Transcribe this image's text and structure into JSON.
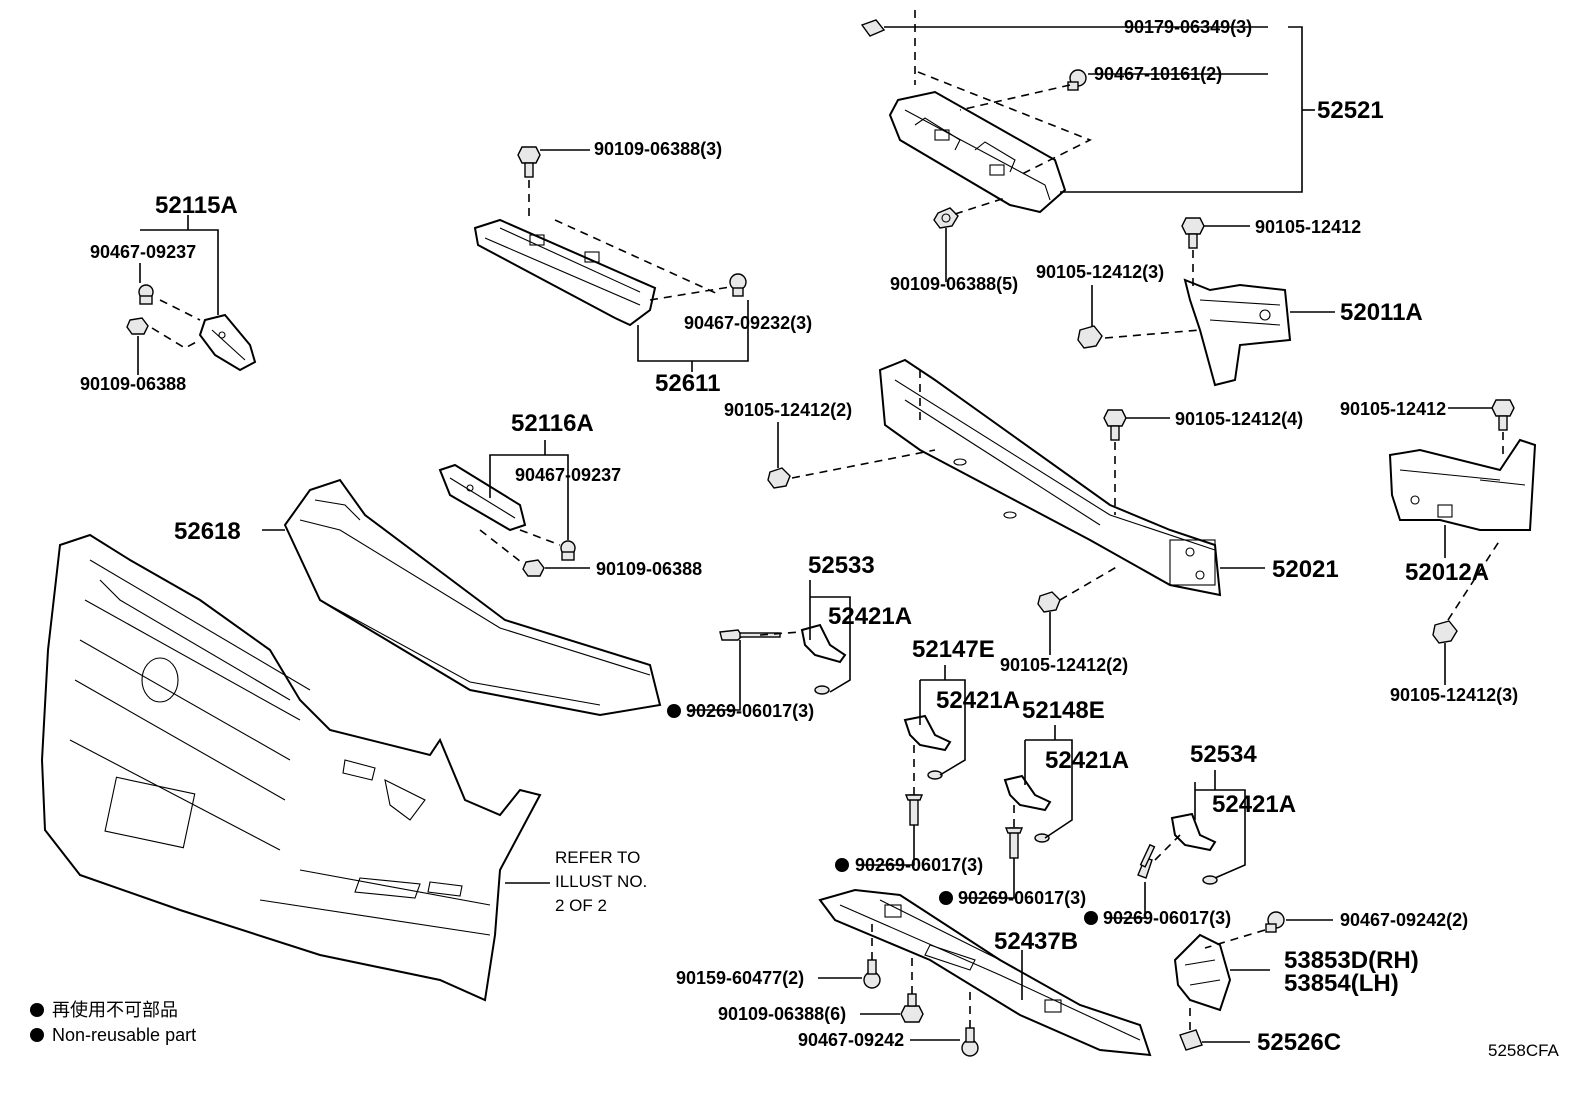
{
  "callouts": {
    "c1": "90179-06349(3)",
    "c2": "90467-10161(2)",
    "c3": "52521",
    "c4": "90109-06388(3)",
    "c5": "52115A",
    "c6": "90467-09237",
    "c7": "90109-06388",
    "c8": "90467-09232(3)",
    "c9": "52611",
    "c10": "90109-06388(5)",
    "c11": "90105-12412",
    "c12": "90105-12412(3)",
    "c13": "52011A",
    "c14": "90105-12412(2)",
    "c15": "90105-12412(4)",
    "c16": "90105-12412",
    "c17": "52116A",
    "c18": "90467-09237",
    "c19": "52618",
    "c20": "90109-06388",
    "c21": "52021",
    "c22": "52012A",
    "c23": "52533",
    "c24": "52421A",
    "c25": "90105-12412(2)",
    "c26": "90105-12412(3)",
    "c27": "52147E",
    "c28": "90269-06017(3)",
    "c29": "52421A",
    "c30": "52148E",
    "c31": "52421A",
    "c32": "52534",
    "c33": "52421A",
    "c34": "90269-06017(3)",
    "c35": "90269-06017(3)",
    "c36": "90269-06017(3)",
    "c37": "90467-09242(2)",
    "c38": "52437B",
    "c39": "53853D(RH)",
    "c40": "53854(LH)",
    "c41": "90159-60477(2)",
    "c42": "90109-06388(6)",
    "c43": "90467-09242",
    "c44": "52526C"
  },
  "refer_note": [
    "REFER TO",
    "ILLUST NO.",
    "2 OF 2"
  ],
  "legend": {
    "line1": "再使用不可部品",
    "line2": "Non-reusable part"
  },
  "diagram_code": "5258CFA"
}
